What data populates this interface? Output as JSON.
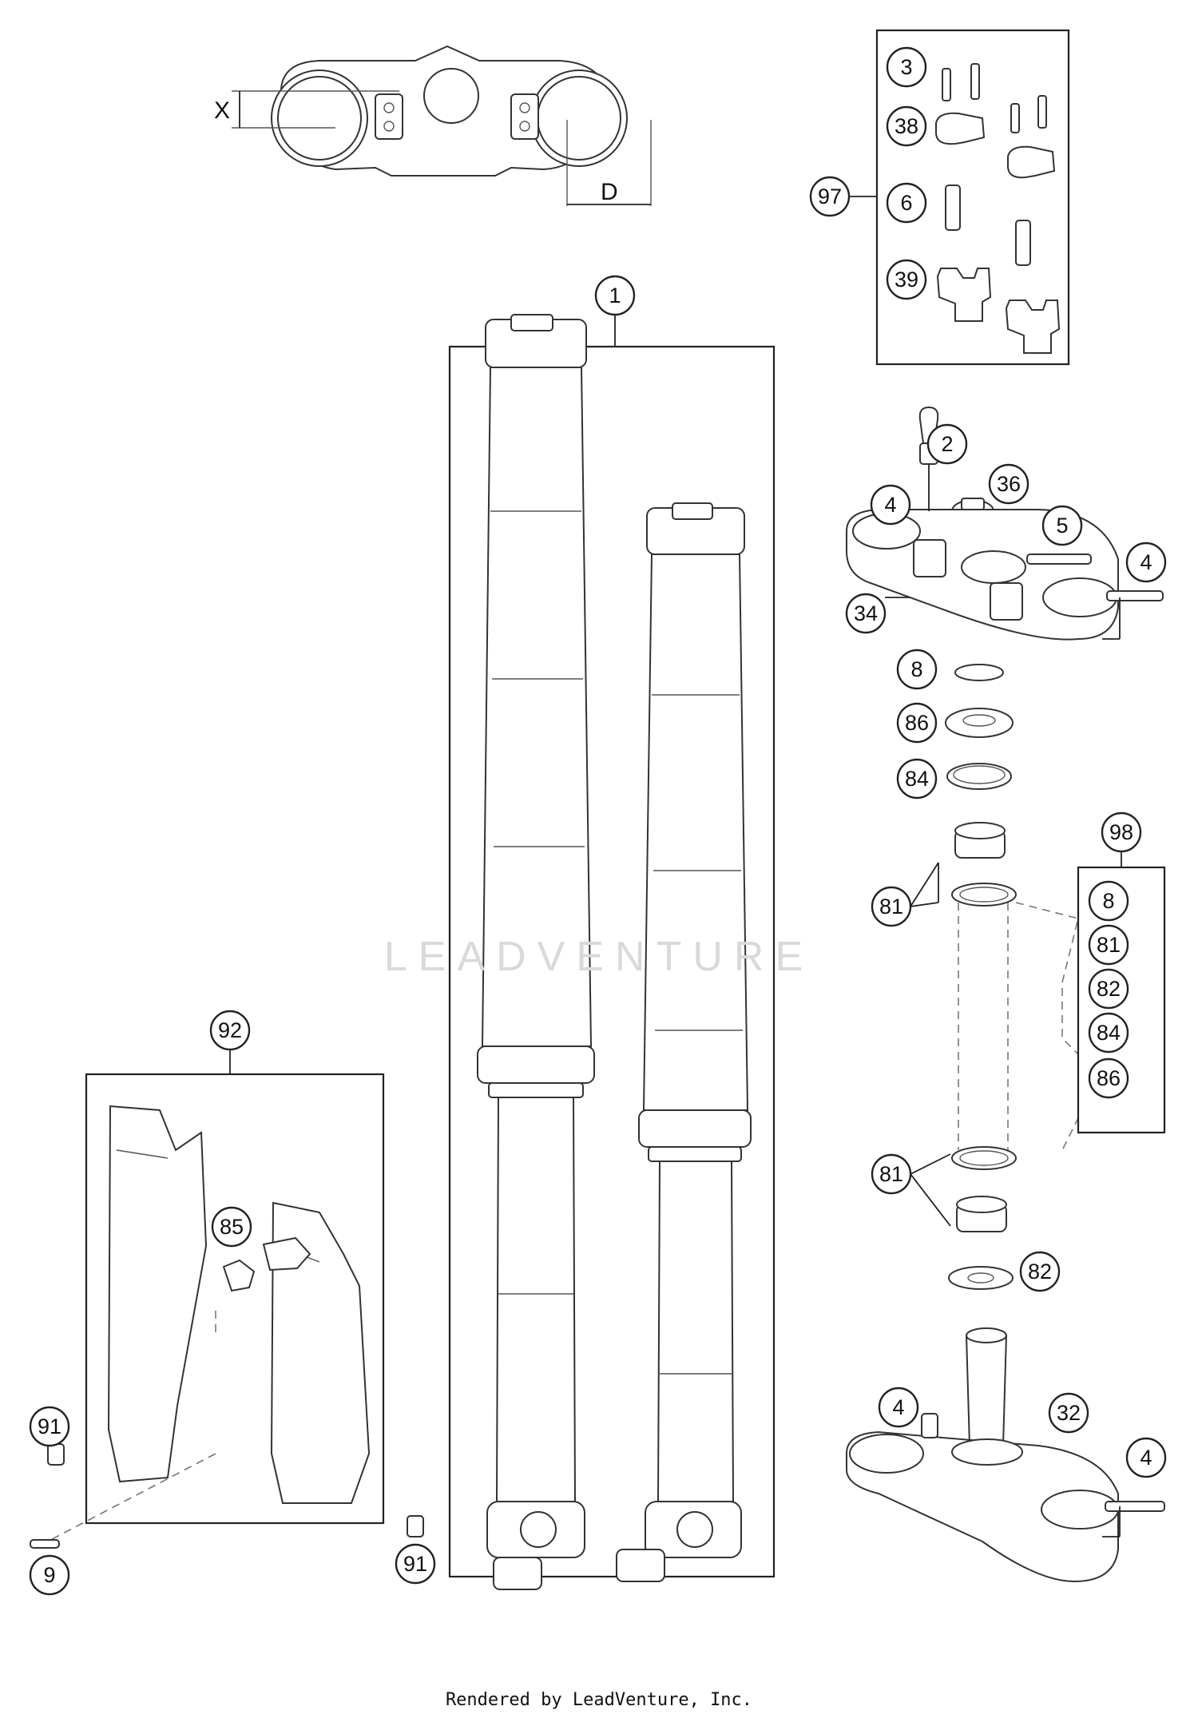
{
  "dimensions": {
    "x_label": "X",
    "d_label": "D"
  },
  "watermark": "LEADVENTURE",
  "credit": "Rendered by LeadVenture, Inc.",
  "callouts": {
    "c1": "1",
    "c2": "2",
    "c3": "3",
    "c4a": "4",
    "c4b": "4",
    "c4c": "4",
    "c4d": "4",
    "c5": "5",
    "c6": "6",
    "c8": "8",
    "c8k": "8",
    "c9": "9",
    "c32": "32",
    "c34": "34",
    "c36": "36",
    "c38": "38",
    "c39": "39",
    "c81a": "81",
    "c81b": "81",
    "c81k": "81",
    "c82": "82",
    "c82k": "82",
    "c84": "84",
    "c84k": "84",
    "c85": "85",
    "c86": "86",
    "c86k": "86",
    "c91a": "91",
    "c91b": "91",
    "c92": "92",
    "c97": "97",
    "c98": "98"
  }
}
